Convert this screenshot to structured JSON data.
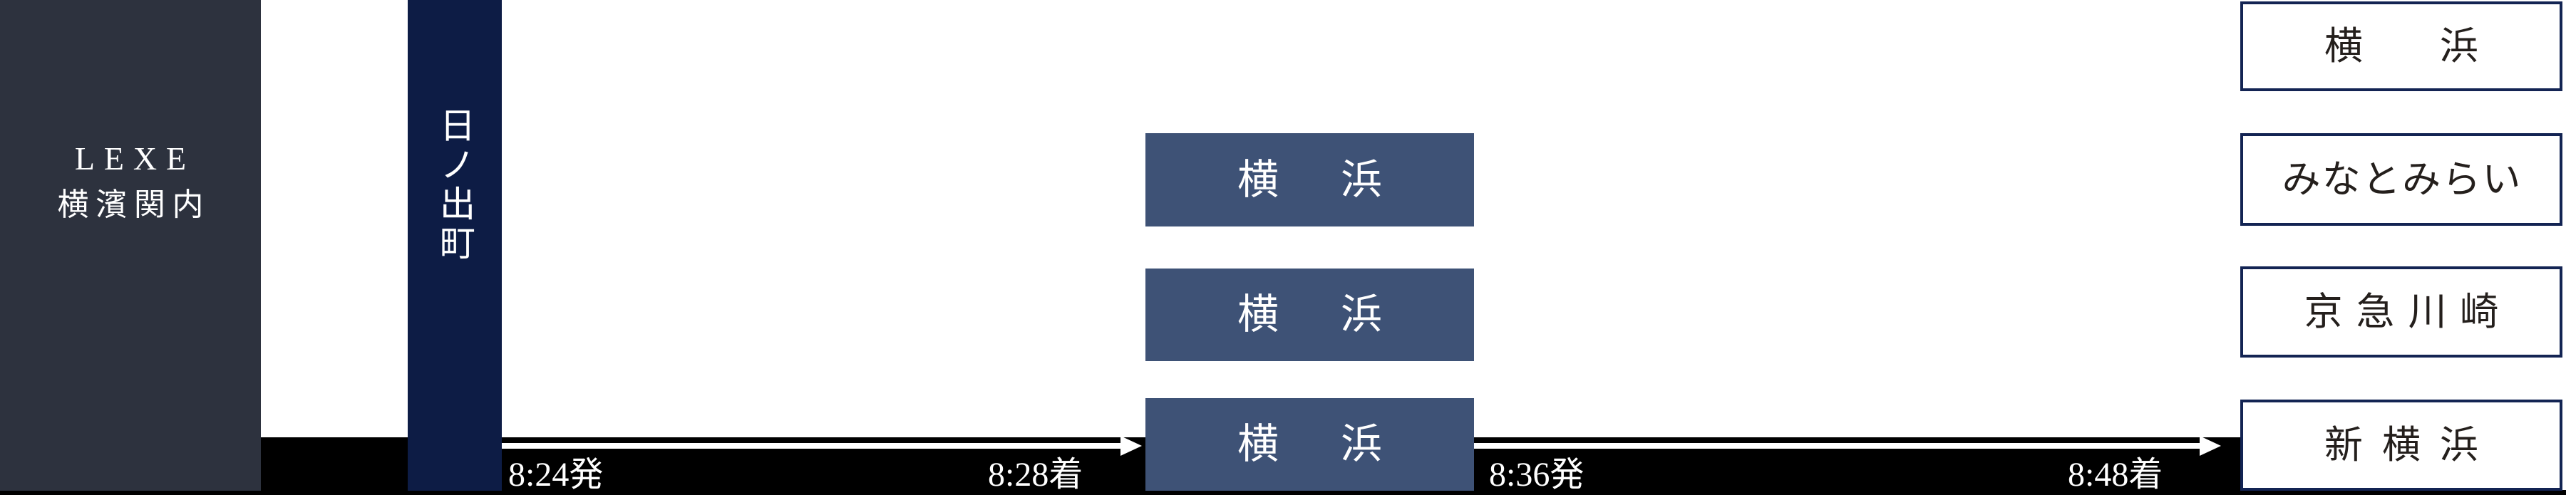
{
  "colors": {
    "origin_bg": "#2d323e",
    "station_bar_bg": "#0d1c45",
    "via_box_bg": "#3e5276",
    "dest_box_border": "#132453",
    "dest_box_text": "#241f1c",
    "timeline_bg": "#000000",
    "light_text": "#ffffff"
  },
  "origin": {
    "name_en": "LEXE",
    "name_ja": "横濱関内"
  },
  "boarding_station": {
    "name": "日ノ出町"
  },
  "timeline": {
    "labels": [
      {
        "text": "8:24発",
        "type": "depart"
      },
      {
        "text": "8:28着",
        "type": "arrive"
      },
      {
        "text": "8:36発",
        "type": "depart"
      },
      {
        "text": "8:48着",
        "type": "arrive"
      }
    ]
  },
  "via_stations": [
    {
      "label": "横　浜"
    },
    {
      "label": "横　浜"
    },
    {
      "label": "横　浜"
    }
  ],
  "destinations": [
    {
      "label": "横　浜"
    },
    {
      "label": "みなとみらい"
    },
    {
      "label": "京急川崎"
    },
    {
      "label": "新横浜"
    }
  ]
}
